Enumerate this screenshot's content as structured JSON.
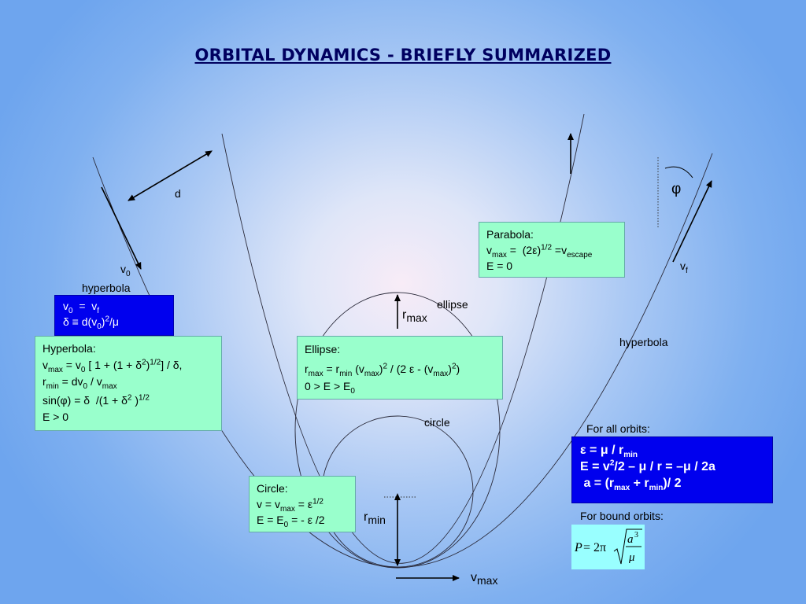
{
  "title": "ORBITAL DYNAMICS - BRIEFLY SUMMARIZED",
  "labels": {
    "d": "d",
    "v0": "v",
    "v0_sub": "0",
    "hyperbola_left": "hyperbola",
    "hyperbola_right": "hyperbola",
    "ellipse": "ellipse",
    "circle": "circle",
    "phi": "φ",
    "vf": "v",
    "vf_sub": "f",
    "rmax_r": "r",
    "rmax_sub": "max",
    "rmin_r": "r",
    "rmin_sub": "min",
    "vmax_v": "v",
    "vmax_sub": "max",
    "for_all_orbits": "For all orbits:",
    "for_bound_orbits": "For bound orbits:"
  },
  "boxes": {
    "v0vf": {
      "line1_a": "v",
      "line1_a_sub": "0",
      "line1_b": "  =  v",
      "line1_b_sub": "f",
      "line2_a": "δ ≡ d(v",
      "line2_a_sub": "0",
      "line2_b": ")",
      "line2_b_sup": "2",
      "line2_c": "/μ"
    },
    "hyperbola": {
      "heading": "Hyperbola:",
      "l1_a": "v",
      "l1_a_sub": "max",
      "l1_b": " = v",
      "l1_b_sub": "0",
      "l1_c": " [ 1 + (1 + δ",
      "l1_c_sup": "2",
      "l1_d": ")",
      "l1_d_sup": "1/2",
      "l1_e": "] / δ,",
      "l2_a": "r",
      "l2_a_sub": "min",
      "l2_b": " = dv",
      "l2_b_sub": "0",
      "l2_c": " / v",
      "l2_c_sub": "max",
      "l3_a": "sin(φ) = δ  /(1 + δ",
      "l3_a_sup": "2",
      "l3_b": " )",
      "l3_b_sup": "1/2",
      "l4": "E > 0"
    },
    "parabola": {
      "heading": "Parabola:",
      "l1_a": "v",
      "l1_a_sub": "max",
      "l1_b": " =  (2ε)",
      "l1_b_sup": "1/2",
      "l1_c": " =v",
      "l1_c_sub": "escape",
      "l2": "E = 0"
    },
    "ellipse": {
      "heading": "Ellipse:",
      "l1_a": "r",
      "l1_a_sub": "max",
      "l1_b": " = r",
      "l1_b_sub": "min",
      "l1_c": " (v",
      "l1_c_sub": "max",
      "l1_d": ")",
      "l1_d_sup": "2",
      "l1_e": " / (2 ε - (v",
      "l1_e_sub": "max",
      "l1_f": ")",
      "l1_f_sup": "2",
      "l1_g": ")",
      "l2_a": "0 > E > E",
      "l2_a_sub": "0"
    },
    "circle": {
      "heading": "Circle:",
      "l1_a": "v = v",
      "l1_a_sub": "max",
      "l1_b": " = ε",
      "l1_b_sup": "1/2",
      "l2_a": "E = E",
      "l2_a_sub": "0",
      "l2_b": " = - ε /2"
    },
    "all_orbits": {
      "l1_a": "ε = μ / r",
      "l1_a_sub": "min",
      "l2_a": "E = v",
      "l2_a_sup": "2",
      "l2_b": "/2 – μ / r = –μ / 2a",
      "l3_a": " a = (r",
      "l3_a_sub": "max",
      "l3_b": " + r",
      "l3_b_sub": "min",
      "l3_c": ")/ 2"
    },
    "bound": {
      "P": "P",
      "eq": "= 2π",
      "num": "a",
      "num_sup": "3",
      "den": "μ"
    }
  },
  "colors": {
    "title": "#000060",
    "box_green": "#99ffcc",
    "box_blue": "#0000ee",
    "box_cyan": "#99ffff"
  }
}
